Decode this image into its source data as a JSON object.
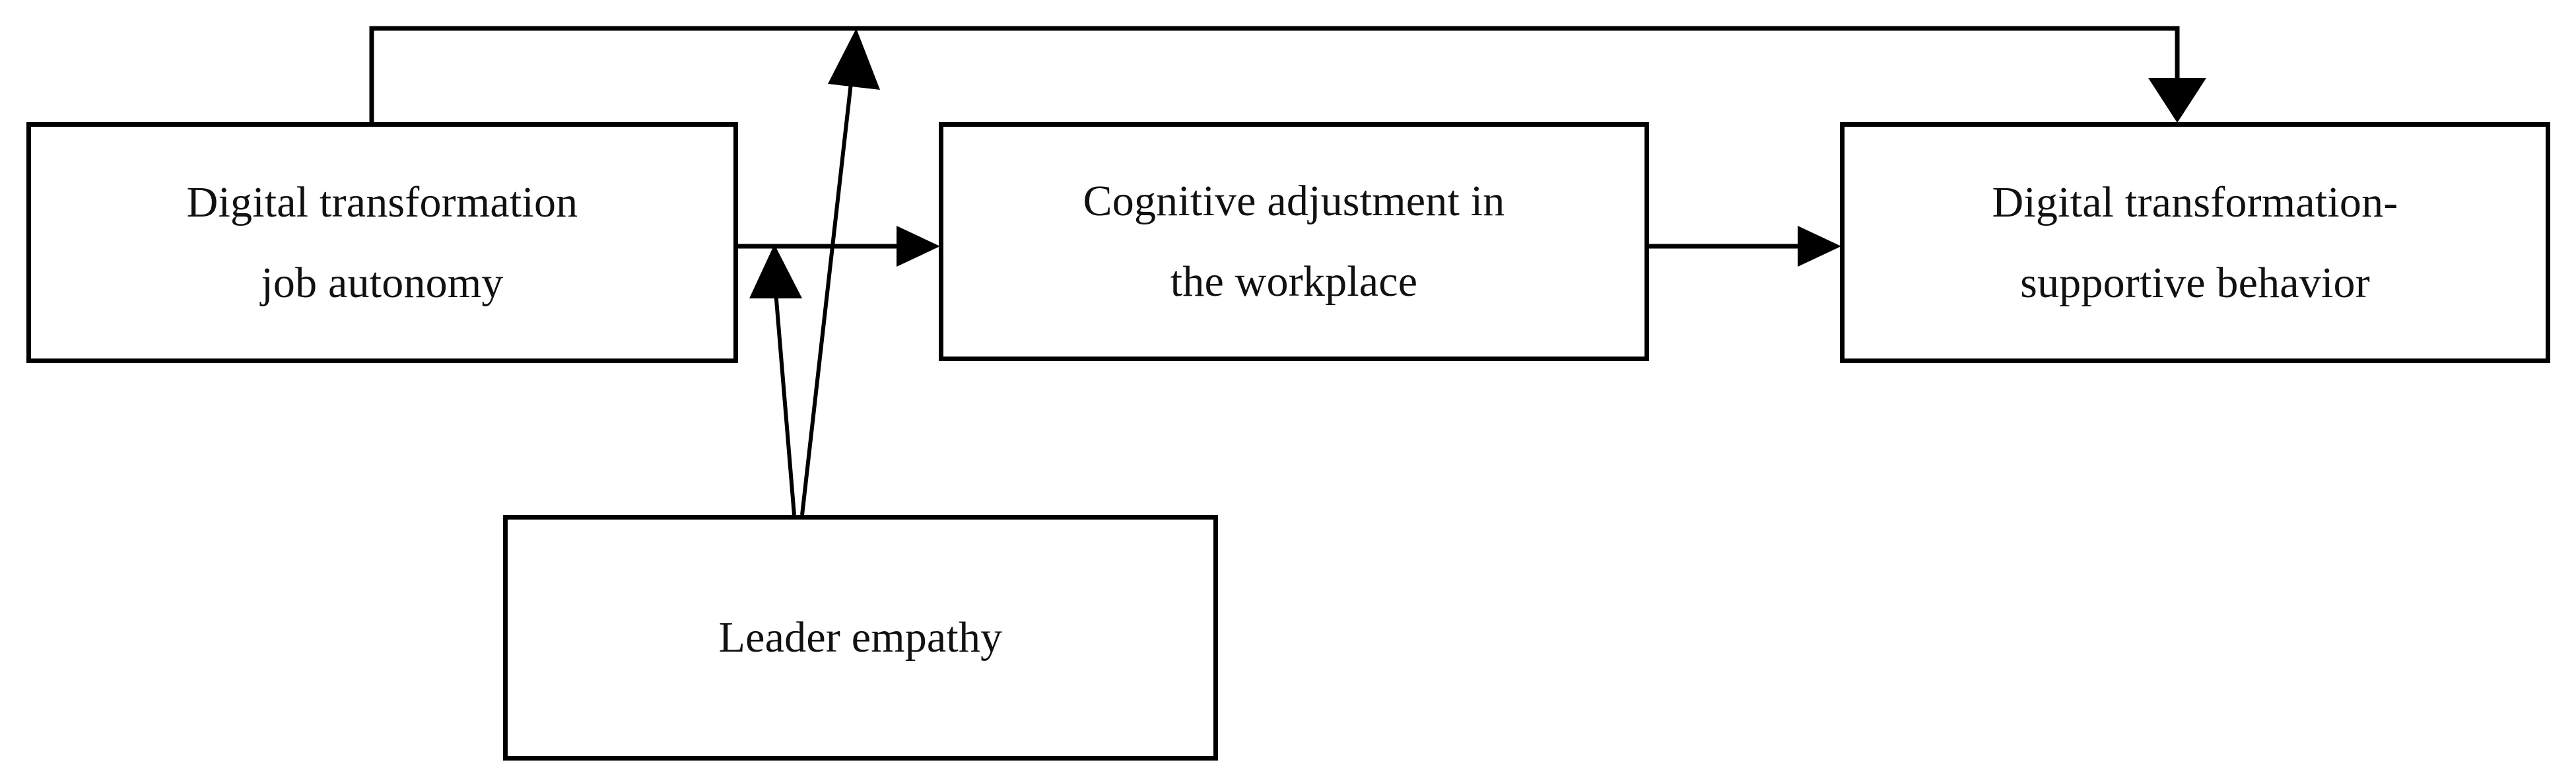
{
  "diagram": {
    "type": "conceptual-research-model",
    "background_color": "#ffffff",
    "line_color": "#000000",
    "text_color": "#111111",
    "nodes": [
      {
        "id": "job-autonomy",
        "lines": [
          "Digital transformation",
          "job autonomy"
        ],
        "line1": "Digital transformation",
        "line2": "job autonomy"
      },
      {
        "id": "cognitive-adjustment",
        "lines": [
          "Cognitive adjustment in",
          "the workplace"
        ],
        "line1": "Cognitive adjustment in",
        "line2": "the workplace"
      },
      {
        "id": "supportive-behavior",
        "lines": [
          "Digital transformation-",
          "supportive behavior"
        ],
        "line1": "Digital transformation-",
        "line2": "supportive behavior"
      },
      {
        "id": "leader-empathy",
        "lines": [
          "Leader empathy"
        ],
        "line1": "Leader empathy"
      }
    ],
    "edges": [
      {
        "id": "autonomy-to-cognitive",
        "from": "job-autonomy",
        "to": "cognitive-adjustment",
        "style": "straight-arrow",
        "direction": "right"
      },
      {
        "id": "cognitive-to-behavior",
        "from": "cognitive-adjustment",
        "to": "supportive-behavior",
        "style": "straight-arrow",
        "direction": "right"
      },
      {
        "id": "autonomy-to-behavior-direct",
        "from": "job-autonomy",
        "to": "supportive-behavior",
        "style": "orthogonal-arrow",
        "direction": "down"
      },
      {
        "id": "empathy-moderates-autonomy-cognitive",
        "from": "leader-empathy",
        "to": "autonomy-to-cognitive",
        "style": "moderator-arrow",
        "direction": "up"
      },
      {
        "id": "empathy-moderates-autonomy-behavior",
        "from": "leader-empathy",
        "to": "autonomy-to-behavior-direct",
        "style": "moderator-arrow",
        "direction": "up"
      }
    ]
  }
}
